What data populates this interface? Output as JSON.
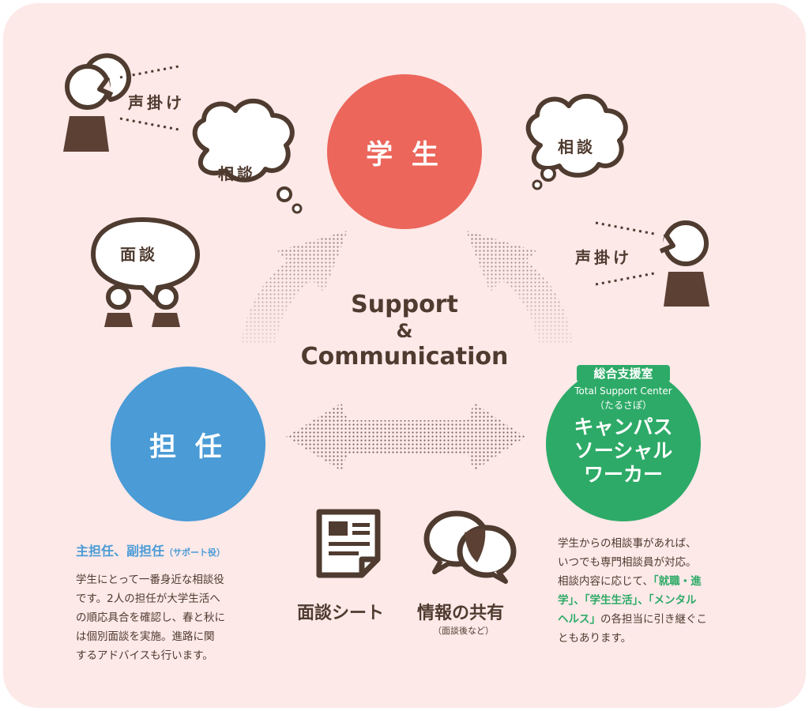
{
  "nodes": {
    "student": "学 生",
    "homeroom": "担 任",
    "center_org": "総合支援室",
    "center_en": "Total Support Center",
    "center_nick": "（たるさぽ）",
    "csw_line1": "キャンパス",
    "csw_line2": "ソーシャル",
    "csw_line3": "ワーカー"
  },
  "bubbles": {
    "left_call": "声掛け",
    "left_consult": "相談",
    "left_interview": "面談",
    "right_consult": "相談",
    "right_call": "声掛け"
  },
  "center": {
    "line1": "Support",
    "line2": "&",
    "line3": "Communication"
  },
  "tools": {
    "sheet_label": "面談シート",
    "share_label": "情報の共有",
    "share_note": "（面談後など）"
  },
  "homeroom_box": {
    "heading": "主担任、副担任",
    "heading_note": "（サポート役）",
    "body": [
      "学生にとって一番身近な相談役",
      "です。2人の担任が大学生活へ",
      "の順応具合を確認し、春と秋に",
      "は個別面談を実施。進路に関",
      "するアドバイスも行います。"
    ]
  },
  "csw_box": {
    "line1": "学生からの相談事があれば、",
    "line2": "いつでも専門相談員が対応。",
    "line3_pre": "相談内容に応じて、",
    "line3_hl": "「就職・進",
    "line4_hl1": "学」、「学生生活」、「メンタル",
    "line5_hl2": "ヘルス」",
    "line5_post": "の各担当に引き継ぐこ",
    "line6": "ともあります。"
  },
  "colors": {
    "background": "#fce9e8",
    "student": "#ec665b",
    "homeroom": "#4a9bd6",
    "csw": "#2daa67",
    "text": "#4f3b2f",
    "accent_blue": "#4a9bd6",
    "accent_green": "#2daa67"
  }
}
